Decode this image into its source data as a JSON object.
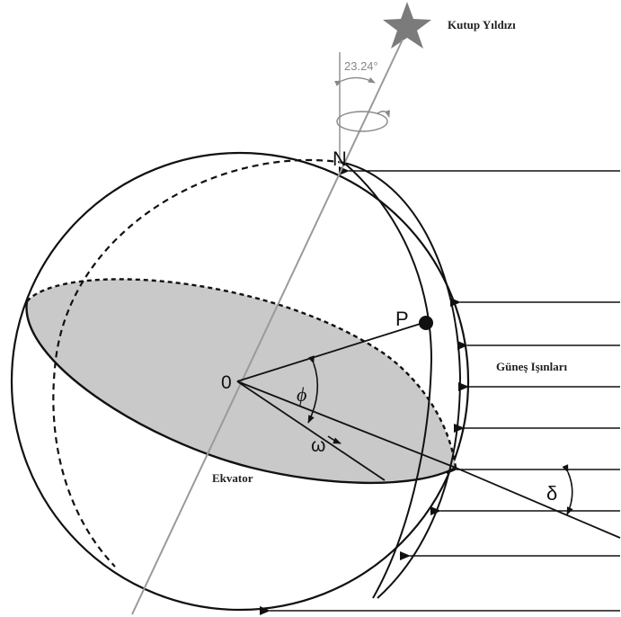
{
  "labels": {
    "polaris": "Kutup Yıldızı",
    "tilt_angle": "23.24°",
    "north": "N",
    "point_p": "P",
    "origin": "0",
    "latitude": "ϕ",
    "hour_angle": "ω",
    "sun_rays": "Güneş Işınları",
    "equator": "Ekvator",
    "declination": "δ"
  },
  "colors": {
    "line": "#111111",
    "axis": "#9a9a9a",
    "equator_fill": "#c9c9c9",
    "star": "#7b7b7b"
  },
  "sun_ray_count": 9
}
